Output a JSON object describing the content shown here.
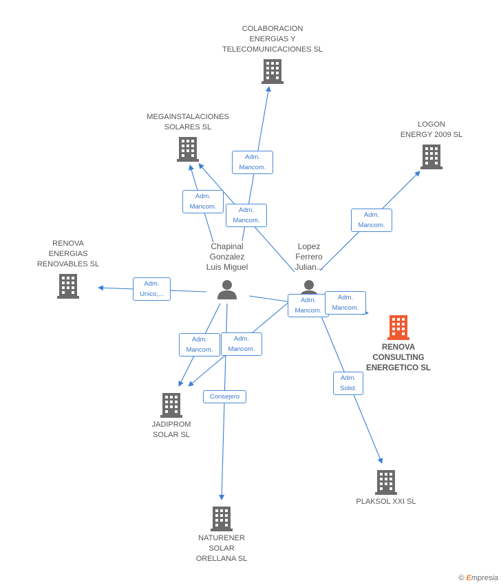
{
  "companies": {
    "colaboracion": "COLABORACION\nENERGIAS Y\nTELECOMUNICACIONES SL",
    "megainstalaciones": "MEGAINSTALACIONES\nSOLARES SL",
    "logon": "LOGON\nENERGY 2009 SL",
    "renova_renovables": "RENOVA\nENERGIAS\nRENOVABLES SL",
    "renova_consulting": "RENOVA\nCONSULTING\nENERGETICO SL",
    "jadiprom": "JADIPROM\nSOLAR SL",
    "plaksol": "PLAKSOL XXI SL",
    "naturener": "NATURENER\nSOLAR\nORELLANA  SL"
  },
  "persons": {
    "chapinal": "Chapinal\nGonzalez\nLuis Miguel",
    "lopez": "Lopez\nFerrero\nJulian..."
  },
  "relations": {
    "r1": "Adm.\nMancom.",
    "r2": "Adm.\nMancom.",
    "r3": "Adm.\nMancom.",
    "r4": "Adm.\nMancom.",
    "r5": "Adm.\nUnico,...",
    "r6": "Adm.\nMancom.",
    "r7": "Adm.\nMancom.",
    "r8": "Adm.\nMancom.",
    "r9": "Adm.\nMancom.",
    "r10": "Consejero",
    "r11": "Adm.\nSolid."
  },
  "colors": {
    "edge": "#3a7fd5",
    "building": "#6b6b6b",
    "highlight": "#f05a30"
  },
  "footer": {
    "copyright": "©",
    "brand_e": "E",
    "brand_rest": "mpresia"
  }
}
